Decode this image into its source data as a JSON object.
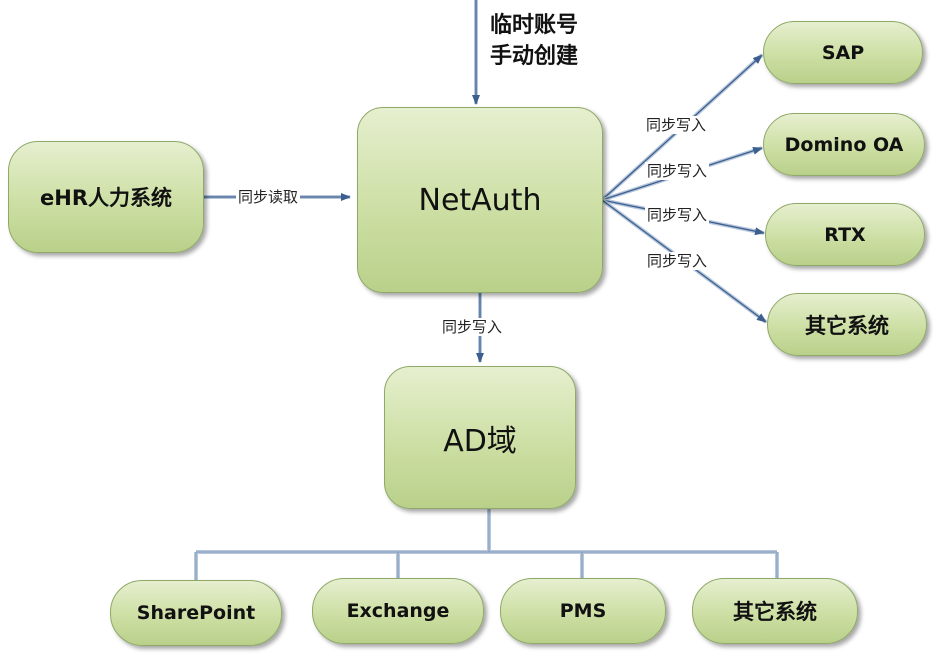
{
  "nodes": {
    "netauth": "NetAuth",
    "ehr": "eHR人力系统",
    "ad": "AD域",
    "sap": "SAP",
    "domino": "Domino OA",
    "rtx": "RTX",
    "other_right": "其它系统",
    "sharepoint": "SharePoint",
    "exchange": "Exchange",
    "pms": "PMS",
    "other_bottom": "其它系统"
  },
  "top_note": {
    "line1": "临时账号",
    "line2": "手动创建"
  },
  "edges": {
    "ehr_to_netauth": "同步读取",
    "netauth_to_ad": "同步写入",
    "to_sap": "同步写入",
    "to_domino": "同步写入",
    "to_rtx": "同步写入",
    "to_other": "同步写入"
  },
  "colors": {
    "node_fill": "#cddfa4",
    "node_border": "#8fa968",
    "arrow": "#3d5f8f",
    "connector": "#a9bcd4"
  }
}
